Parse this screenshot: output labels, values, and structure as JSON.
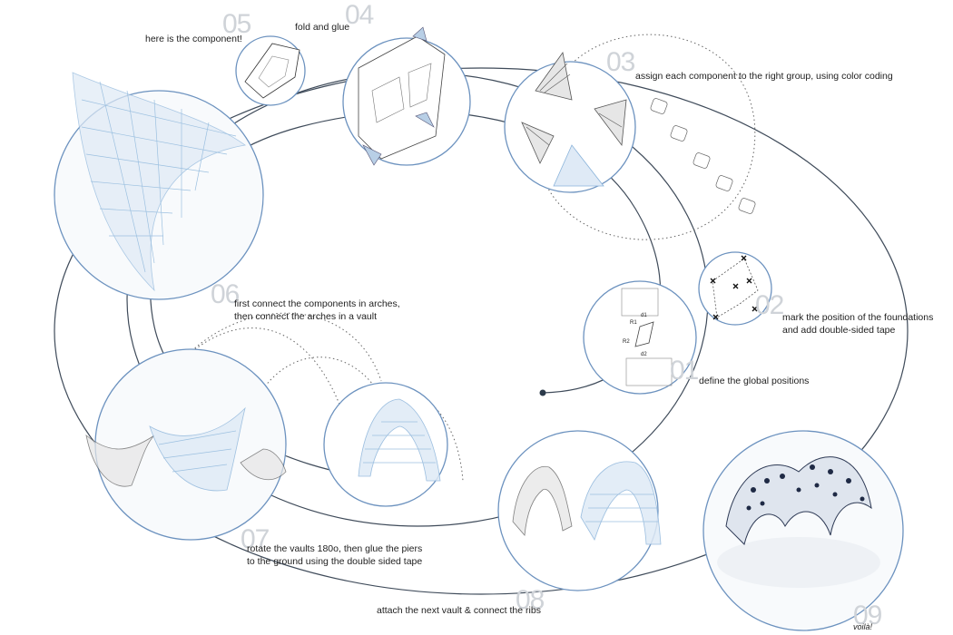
{
  "steps": [
    {
      "id": "01",
      "label": "define the global positions"
    },
    {
      "id": "02",
      "label": "mark the position of the foundations\nand add double-sided tape"
    },
    {
      "id": "03",
      "label": "assign each component to the right group, using color coding"
    },
    {
      "id": "04",
      "label": "fold and glue"
    },
    {
      "id": "05",
      "label": "here is the component!"
    },
    {
      "id": "06",
      "label": "first connect the components in arches,\nthen connect the arches in a vault"
    },
    {
      "id": "07",
      "label": "rotate the vaults 180o, then glue the piers\nto the ground using the double sided tape"
    },
    {
      "id": "08",
      "label": "attach the next vault & connect the ribs"
    },
    {
      "id": "09",
      "label": "voilà!"
    }
  ],
  "annotations": {
    "d1": "d1",
    "d2": "d2",
    "r1": "R1",
    "r2": "R2"
  },
  "colors": {
    "ring": "#6c92bf",
    "path": "#3f4b5a",
    "mesh_blue": "#9cc0e0",
    "mesh_dark": "#5a5a5a",
    "numbers": "#cfd3d8"
  }
}
